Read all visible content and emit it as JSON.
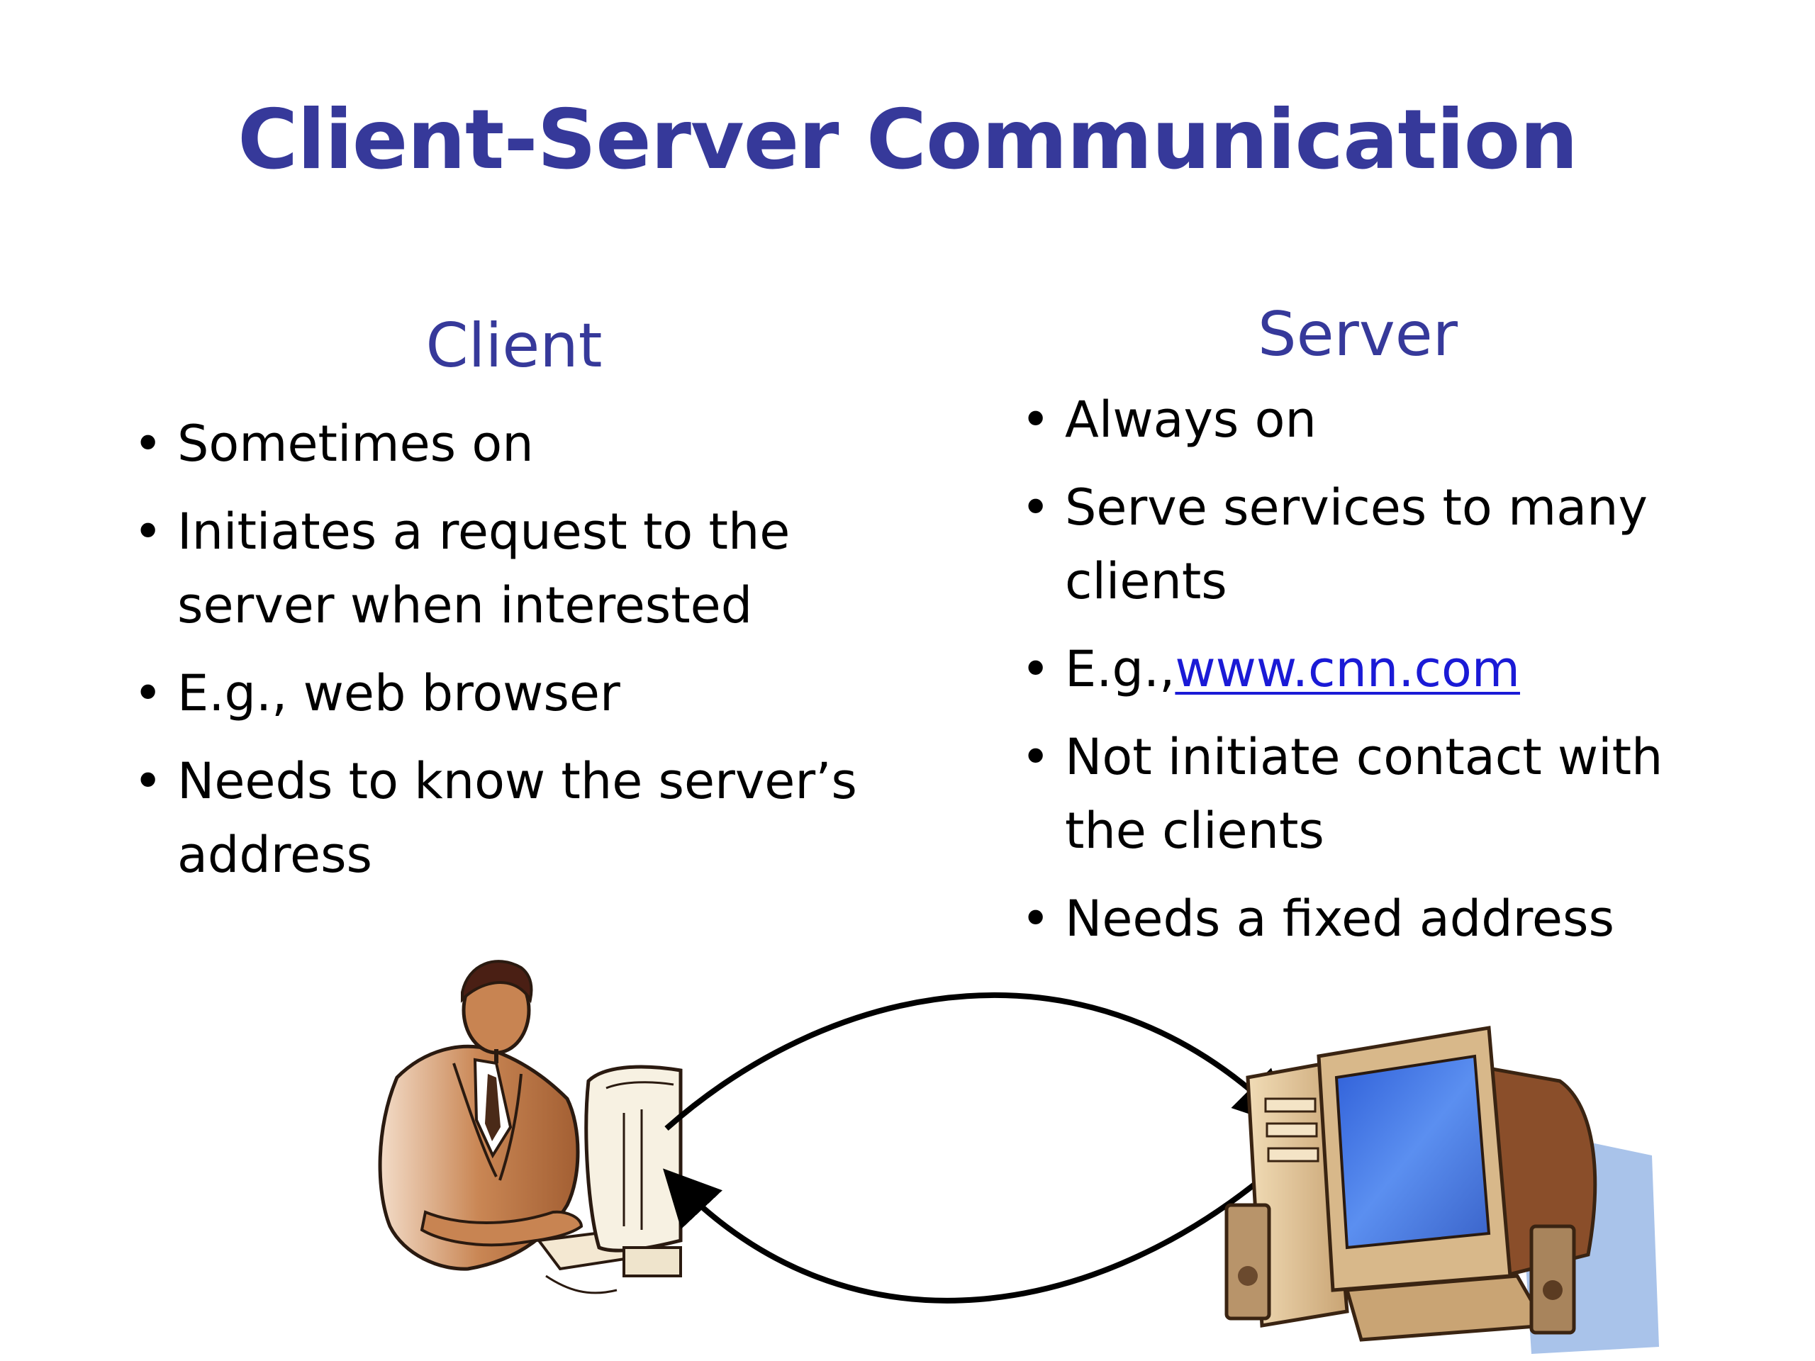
{
  "slide": {
    "title": "Client-Server Communication"
  },
  "client": {
    "heading": "Client",
    "bullets": [
      {
        "line1": "Sometimes on"
      },
      {
        "line1": "Initiates a request to the",
        "line2": "server when interested"
      },
      {
        "line1": "E.g., web browser"
      },
      {
        "line1": "Needs to know the server’s",
        "line2": "address"
      }
    ]
  },
  "server": {
    "heading": "Server",
    "bullets": [
      {
        "line1": "Always on"
      },
      {
        "line1": "Serve services to many",
        "line2": "clients"
      },
      {
        "prefix": "E.g.,",
        "link": "www.cnn.com"
      },
      {
        "line1": "Not initiate contact with",
        "line2": "the clients"
      },
      {
        "line1": "Needs a fixed address"
      }
    ]
  },
  "colors": {
    "title": "#36399a",
    "link": "#1a1ad6",
    "monitor_screen": "#4a78e8",
    "computer_body": "#d9b98a",
    "person_jacket": "#c07848"
  }
}
